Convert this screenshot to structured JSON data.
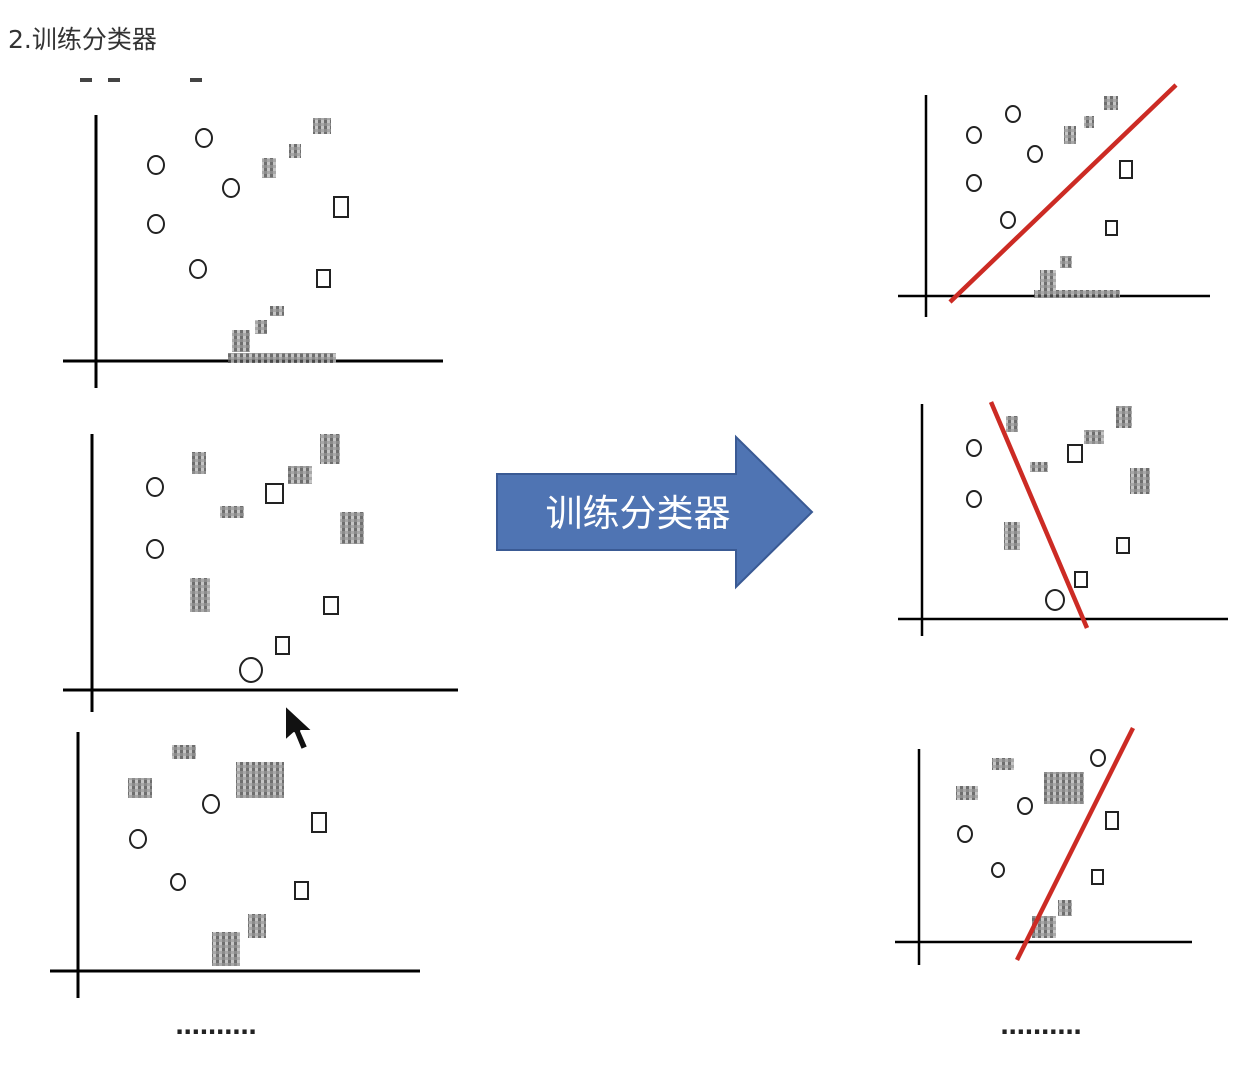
{
  "heading": "2.训练分类器",
  "arrow": {
    "label": "训练分类器",
    "fill": "#4f74b3",
    "stroke": "#3a5a94",
    "text_color": "#ffffff"
  },
  "ellipsis": {
    "left": "..........",
    "right": ".........."
  },
  "colors": {
    "axis": "#000000",
    "boundary_line": "#cc2b24",
    "pixel_blocks": "#7a7a7a"
  },
  "legend_shapes": {
    "class_a": "circle",
    "class_b": "square"
  }
}
